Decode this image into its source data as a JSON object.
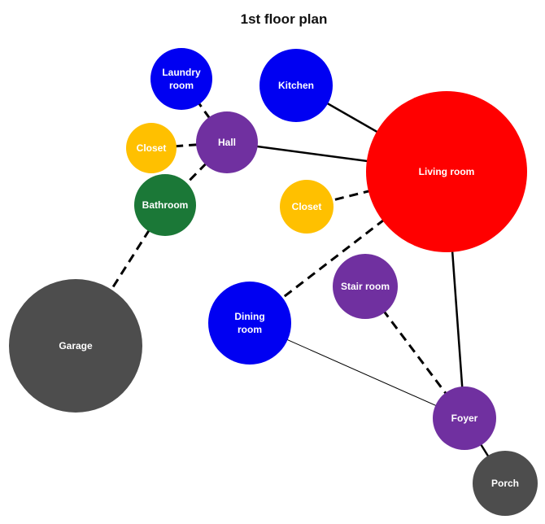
{
  "title": "1st floor plan",
  "colors": {
    "blue": "#0000f2",
    "purple": "#7030a0",
    "yellow": "#ffc000",
    "green": "#1b7837",
    "red": "#ff0000",
    "gray": "#4d4d4d",
    "line": "#000000"
  },
  "nodes": {
    "laundry": {
      "lines": [
        "Laundry",
        "room"
      ],
      "color": "blue"
    },
    "kitchen": {
      "lines": [
        "Kitchen"
      ],
      "color": "blue"
    },
    "closet_left": {
      "lines": [
        "Closet"
      ],
      "color": "yellow"
    },
    "hall": {
      "lines": [
        "Hall"
      ],
      "color": "purple"
    },
    "bathroom": {
      "lines": [
        "Bathroom"
      ],
      "color": "green"
    },
    "living": {
      "lines": [
        "Living room"
      ],
      "color": "red"
    },
    "closet_mid": {
      "lines": [
        "Closet"
      ],
      "color": "yellow"
    },
    "stair": {
      "lines": [
        "Stair room"
      ],
      "color": "purple"
    },
    "dining": {
      "lines": [
        "Dining",
        "room"
      ],
      "color": "blue"
    },
    "garage": {
      "lines": [
        "Garage"
      ],
      "color": "gray"
    },
    "foyer": {
      "lines": [
        "Foyer"
      ],
      "color": "purple"
    },
    "porch": {
      "lines": [
        "Porch"
      ],
      "color": "gray"
    }
  },
  "edges": [
    {
      "from": "hall",
      "to": "laundry",
      "style": "dashed"
    },
    {
      "from": "hall",
      "to": "closet_left",
      "style": "dashed"
    },
    {
      "from": "hall",
      "to": "bathroom",
      "style": "dashed"
    },
    {
      "from": "hall",
      "to": "living",
      "style": "solid"
    },
    {
      "from": "kitchen",
      "to": "living",
      "style": "solid"
    },
    {
      "from": "closet_mid",
      "to": "living",
      "style": "dashed"
    },
    {
      "from": "dining",
      "to": "living",
      "style": "dashed"
    },
    {
      "from": "living",
      "to": "foyer",
      "style": "solid"
    },
    {
      "from": "stair",
      "to": "foyer",
      "style": "dashed"
    },
    {
      "from": "dining",
      "to": "foyer",
      "style": "thin"
    },
    {
      "from": "foyer",
      "to": "porch",
      "style": "solid"
    },
    {
      "from": "bathroom",
      "to": "garage",
      "style": "dashed"
    },
    {
      "from": "closet_left",
      "to": "bathroom",
      "style": "dashed"
    }
  ]
}
